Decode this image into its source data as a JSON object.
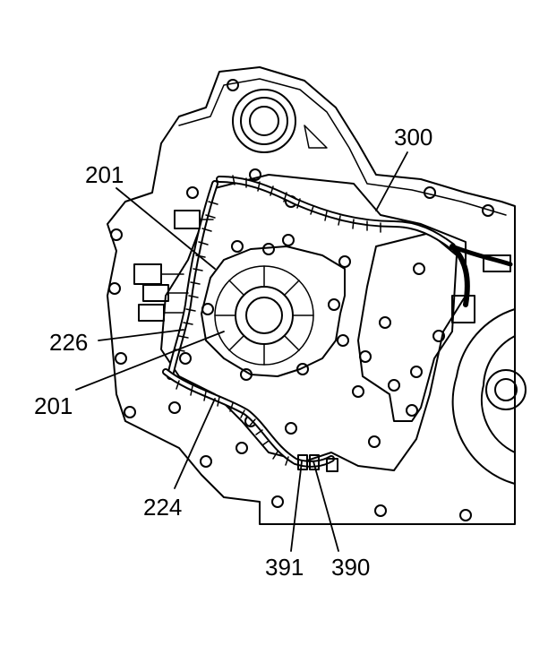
{
  "callouts": [
    {
      "id": "c-300",
      "label": "300"
    },
    {
      "id": "c-201-top",
      "label": "201"
    },
    {
      "id": "c-226",
      "label": "226"
    },
    {
      "id": "c-201-bottom",
      "label": "201"
    },
    {
      "id": "c-224",
      "label": "224"
    },
    {
      "id": "c-391",
      "label": "391"
    },
    {
      "id": "c-390",
      "label": "390"
    }
  ],
  "colors": {
    "line": "#000000",
    "background": "#ffffff"
  }
}
